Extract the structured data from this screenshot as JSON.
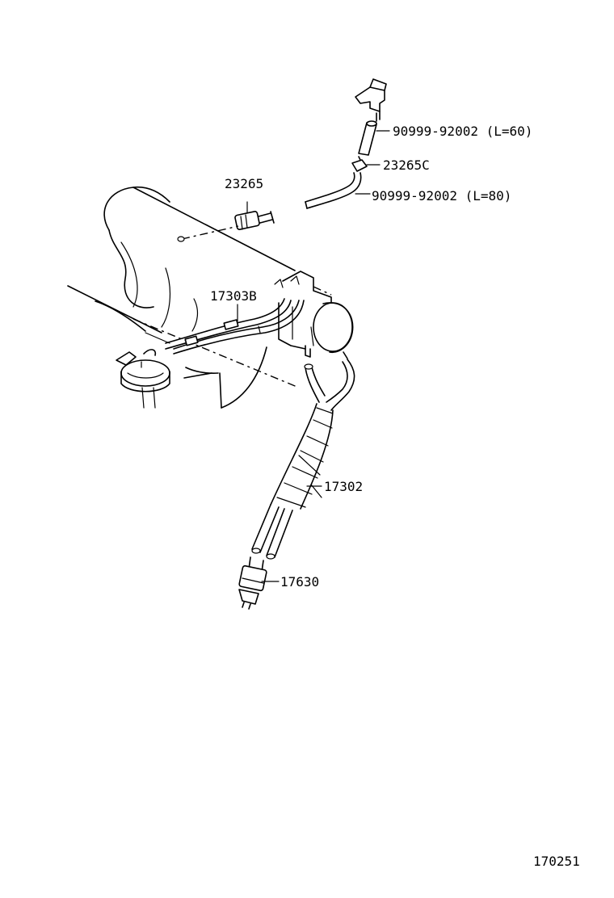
{
  "labels": {
    "hose_l60": "90999-92002 (L=60)",
    "vsv_c": "23265C",
    "hose_l80": "90999-92002 (L=80)",
    "vsv": "23265",
    "hose_b": "17303B",
    "hose_main": "17302",
    "switch": "17630",
    "diagram_code": "170251"
  }
}
